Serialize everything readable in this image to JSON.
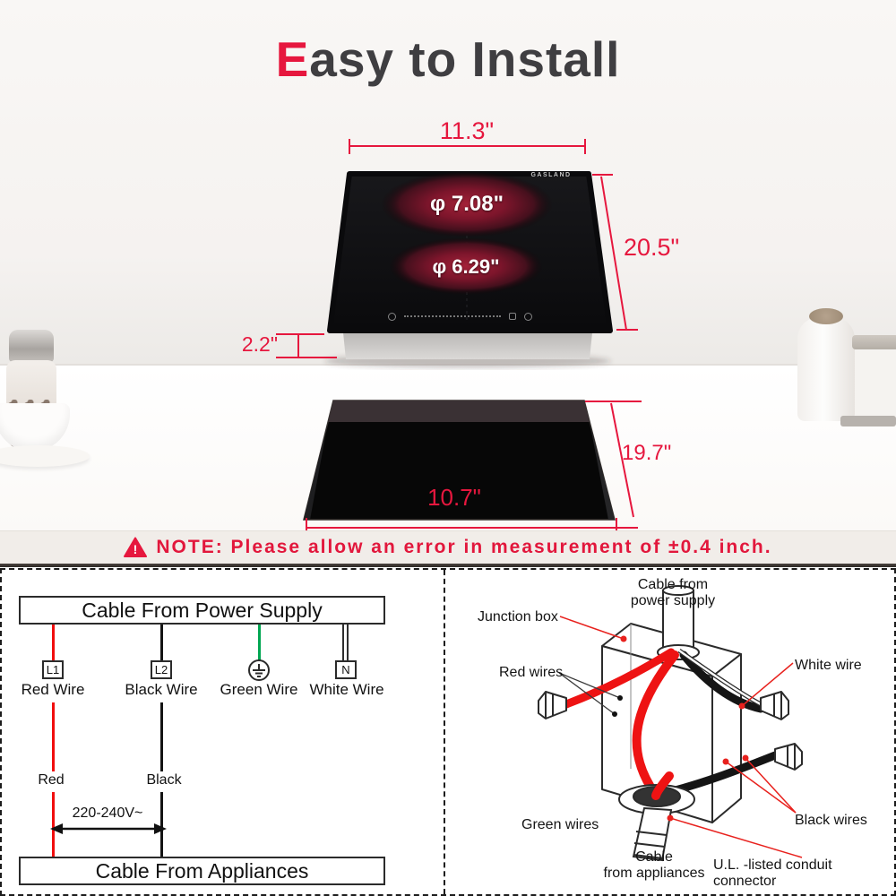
{
  "title": {
    "first_letter": "E",
    "rest": "asy to Install"
  },
  "colors": {
    "accent_red": "#e6173e",
    "title_dark": "#3f3e41",
    "wire_red": "#f10e0e",
    "wire_black": "#141414",
    "wire_green": "#00a651"
  },
  "cooktop": {
    "brand": "GASLAND",
    "burner_top_diameter": "φ 7.08\"",
    "burner_bottom_diameter": "φ 6.29\"",
    "width": "11.3\"",
    "depth": "20.5\"",
    "thickness": "2.2\""
  },
  "cutout": {
    "width": "10.7\"",
    "depth": "19.7\""
  },
  "note": {
    "warning_glyph": "!",
    "text": "NOTE: Please allow an error in measurement of ±0.4 inch."
  },
  "wiring_diagram": {
    "power_box": "Cable From Power Supply",
    "appliance_box": "Cable From Appliances",
    "l1_tag": "L1",
    "l1_label": "Red Wire",
    "l2_tag": "L2",
    "l2_label": "Black Wire",
    "ground_label": "Green Wire",
    "n_tag": "N",
    "n_label": "White Wire",
    "red_label": "Red",
    "black_label": "Black",
    "voltage": "220-240V~"
  },
  "junction_diagram": {
    "cable_power_line1": "Cable from",
    "cable_power_line2": "power supply",
    "junction_box": "Junction box",
    "red_wires": "Red wires",
    "white_wire": "White wire",
    "green_wires": "Green wires",
    "black_wires": "Black wires",
    "cable_appliances_line1": "Cable",
    "cable_appliances_line2": "from appliances",
    "ul_connector": "U.L. -listed conduit connector"
  }
}
